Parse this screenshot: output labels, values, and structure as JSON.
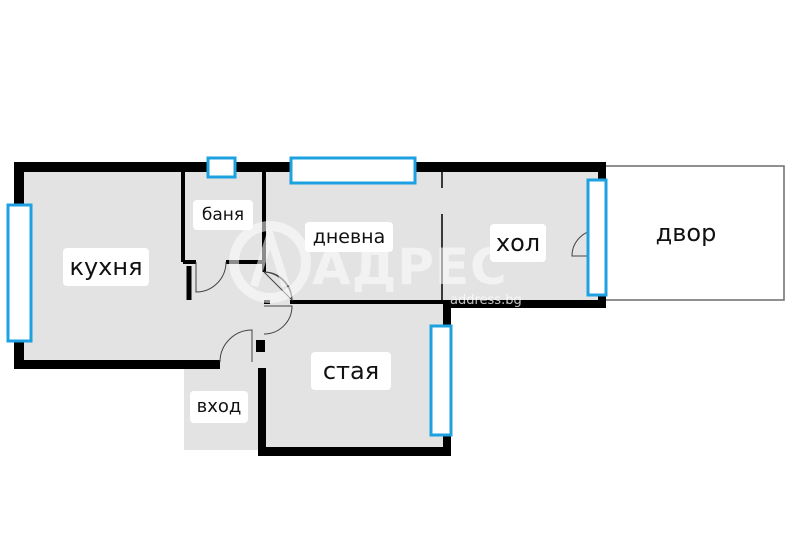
{
  "rooms": {
    "kitchen": "кухня",
    "bathroom": "баня",
    "living": "дневна",
    "hall": "хол",
    "yard": "двор",
    "room": "стая",
    "entrance": "вход"
  },
  "watermark": {
    "brand": "АДРЕС",
    "domain": "address.bg"
  },
  "colors": {
    "wall": "#000000",
    "floor": "#e3e3e3",
    "yard": "#ffffff",
    "window": "#1ea1e0",
    "label_bg": "#ffffff"
  }
}
